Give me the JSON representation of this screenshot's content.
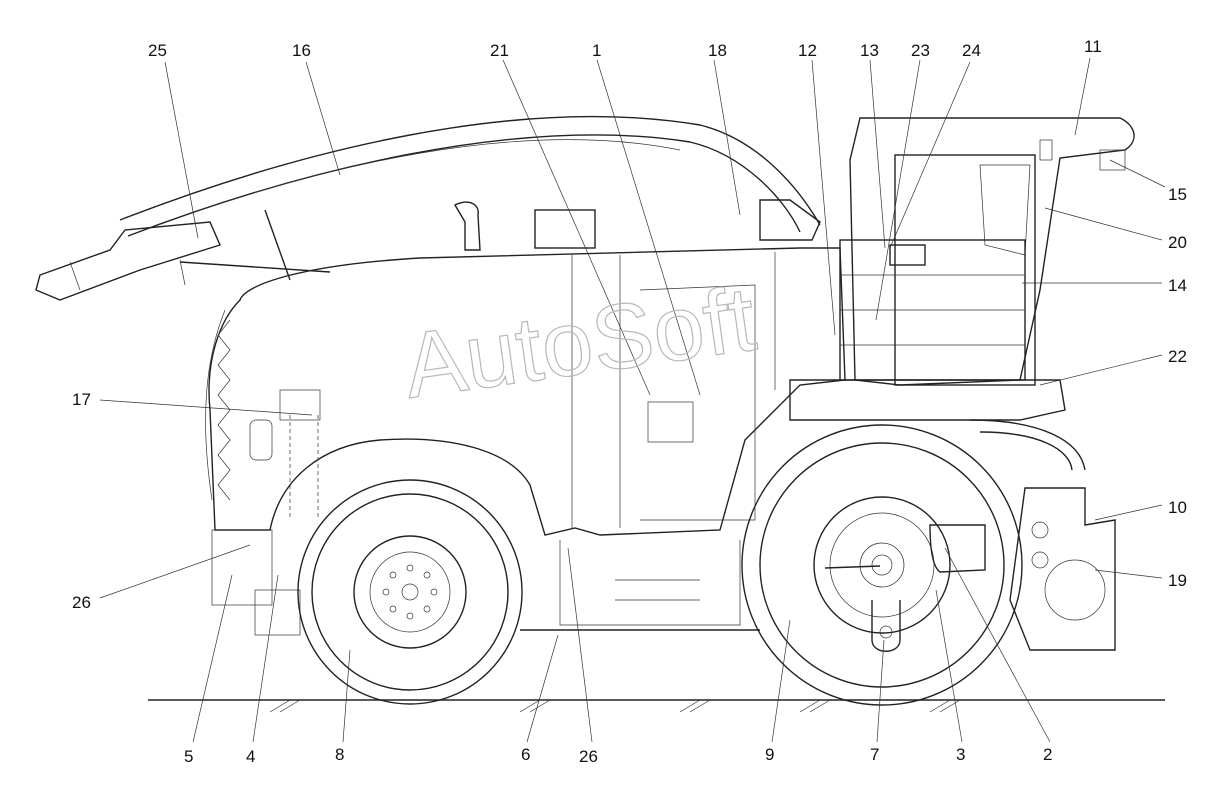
{
  "watermark": "AutoSoft",
  "callouts": [
    {
      "id": "c25a",
      "text": "25"
    },
    {
      "id": "c16",
      "text": "16"
    },
    {
      "id": "c21",
      "text": "21"
    },
    {
      "id": "c1",
      "text": "1"
    },
    {
      "id": "c18",
      "text": "18"
    },
    {
      "id": "c12",
      "text": "12"
    },
    {
      "id": "c13",
      "text": "13"
    },
    {
      "id": "c23",
      "text": "23"
    },
    {
      "id": "c24",
      "text": "24"
    },
    {
      "id": "c11",
      "text": "11"
    },
    {
      "id": "c15",
      "text": "15"
    },
    {
      "id": "c20",
      "text": "20"
    },
    {
      "id": "c14",
      "text": "14"
    },
    {
      "id": "c22",
      "text": "22"
    },
    {
      "id": "c10",
      "text": "10"
    },
    {
      "id": "c19",
      "text": "19"
    },
    {
      "id": "c17",
      "text": "17"
    },
    {
      "id": "c26a",
      "text": "26"
    },
    {
      "id": "c5",
      "text": "5"
    },
    {
      "id": "c4",
      "text": "4"
    },
    {
      "id": "c8",
      "text": "8"
    },
    {
      "id": "c6",
      "text": "6"
    },
    {
      "id": "c26b",
      "text": "26"
    },
    {
      "id": "c9",
      "text": "9"
    },
    {
      "id": "c7",
      "text": "7"
    },
    {
      "id": "c3",
      "text": "3"
    },
    {
      "id": "c2",
      "text": "2"
    }
  ]
}
